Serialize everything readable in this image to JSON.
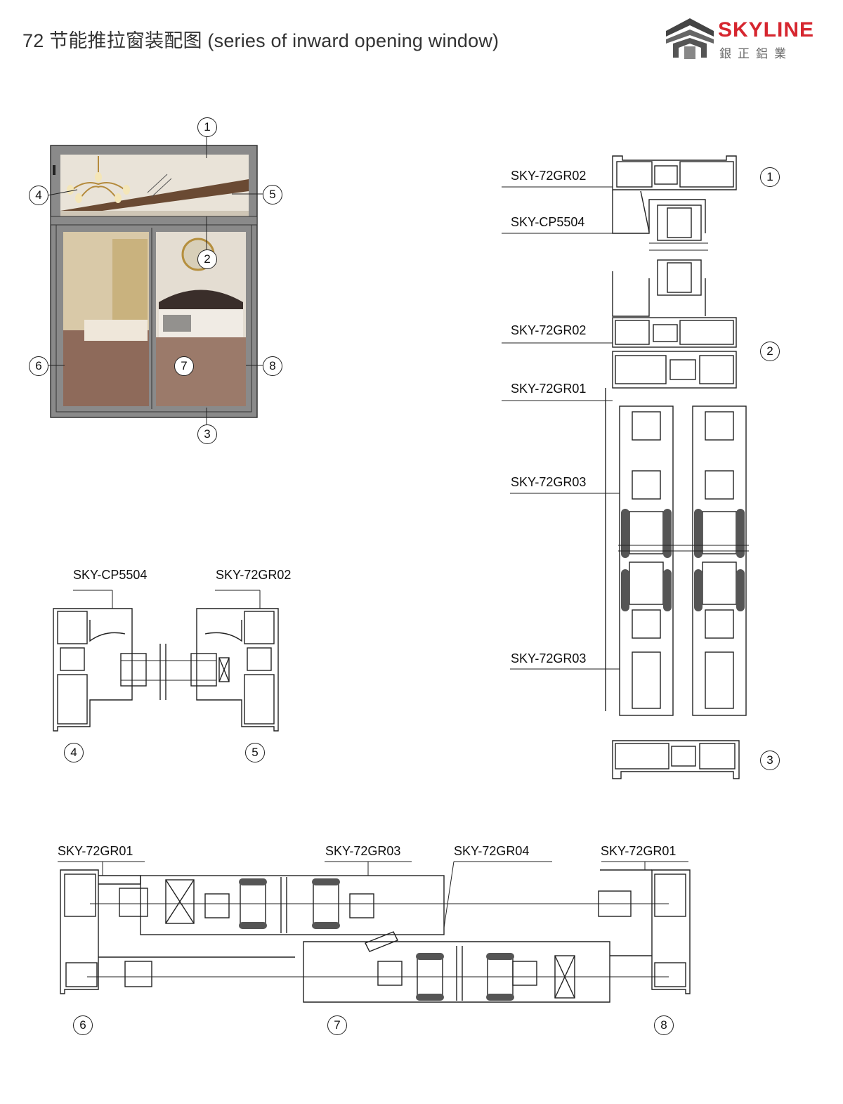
{
  "header": {
    "title": "72 节能推拉窗装配图 (series of inward opening window)",
    "logo_brand": "SKYLINE",
    "logo_sub": "銀正鋁業"
  },
  "markers": [
    "1",
    "2",
    "3",
    "4",
    "5",
    "6",
    "7",
    "8"
  ],
  "profiles": {
    "gr01": "SKY-72GR01",
    "gr02": "SKY-72GR02",
    "gr03": "SKY-72GR03",
    "gr04": "SKY-72GR04",
    "cp5504": "SKY-CP5504"
  },
  "colors": {
    "brand_red": "#d6262f",
    "frame_grey": "#7a7a7a",
    "line": "#222222"
  }
}
